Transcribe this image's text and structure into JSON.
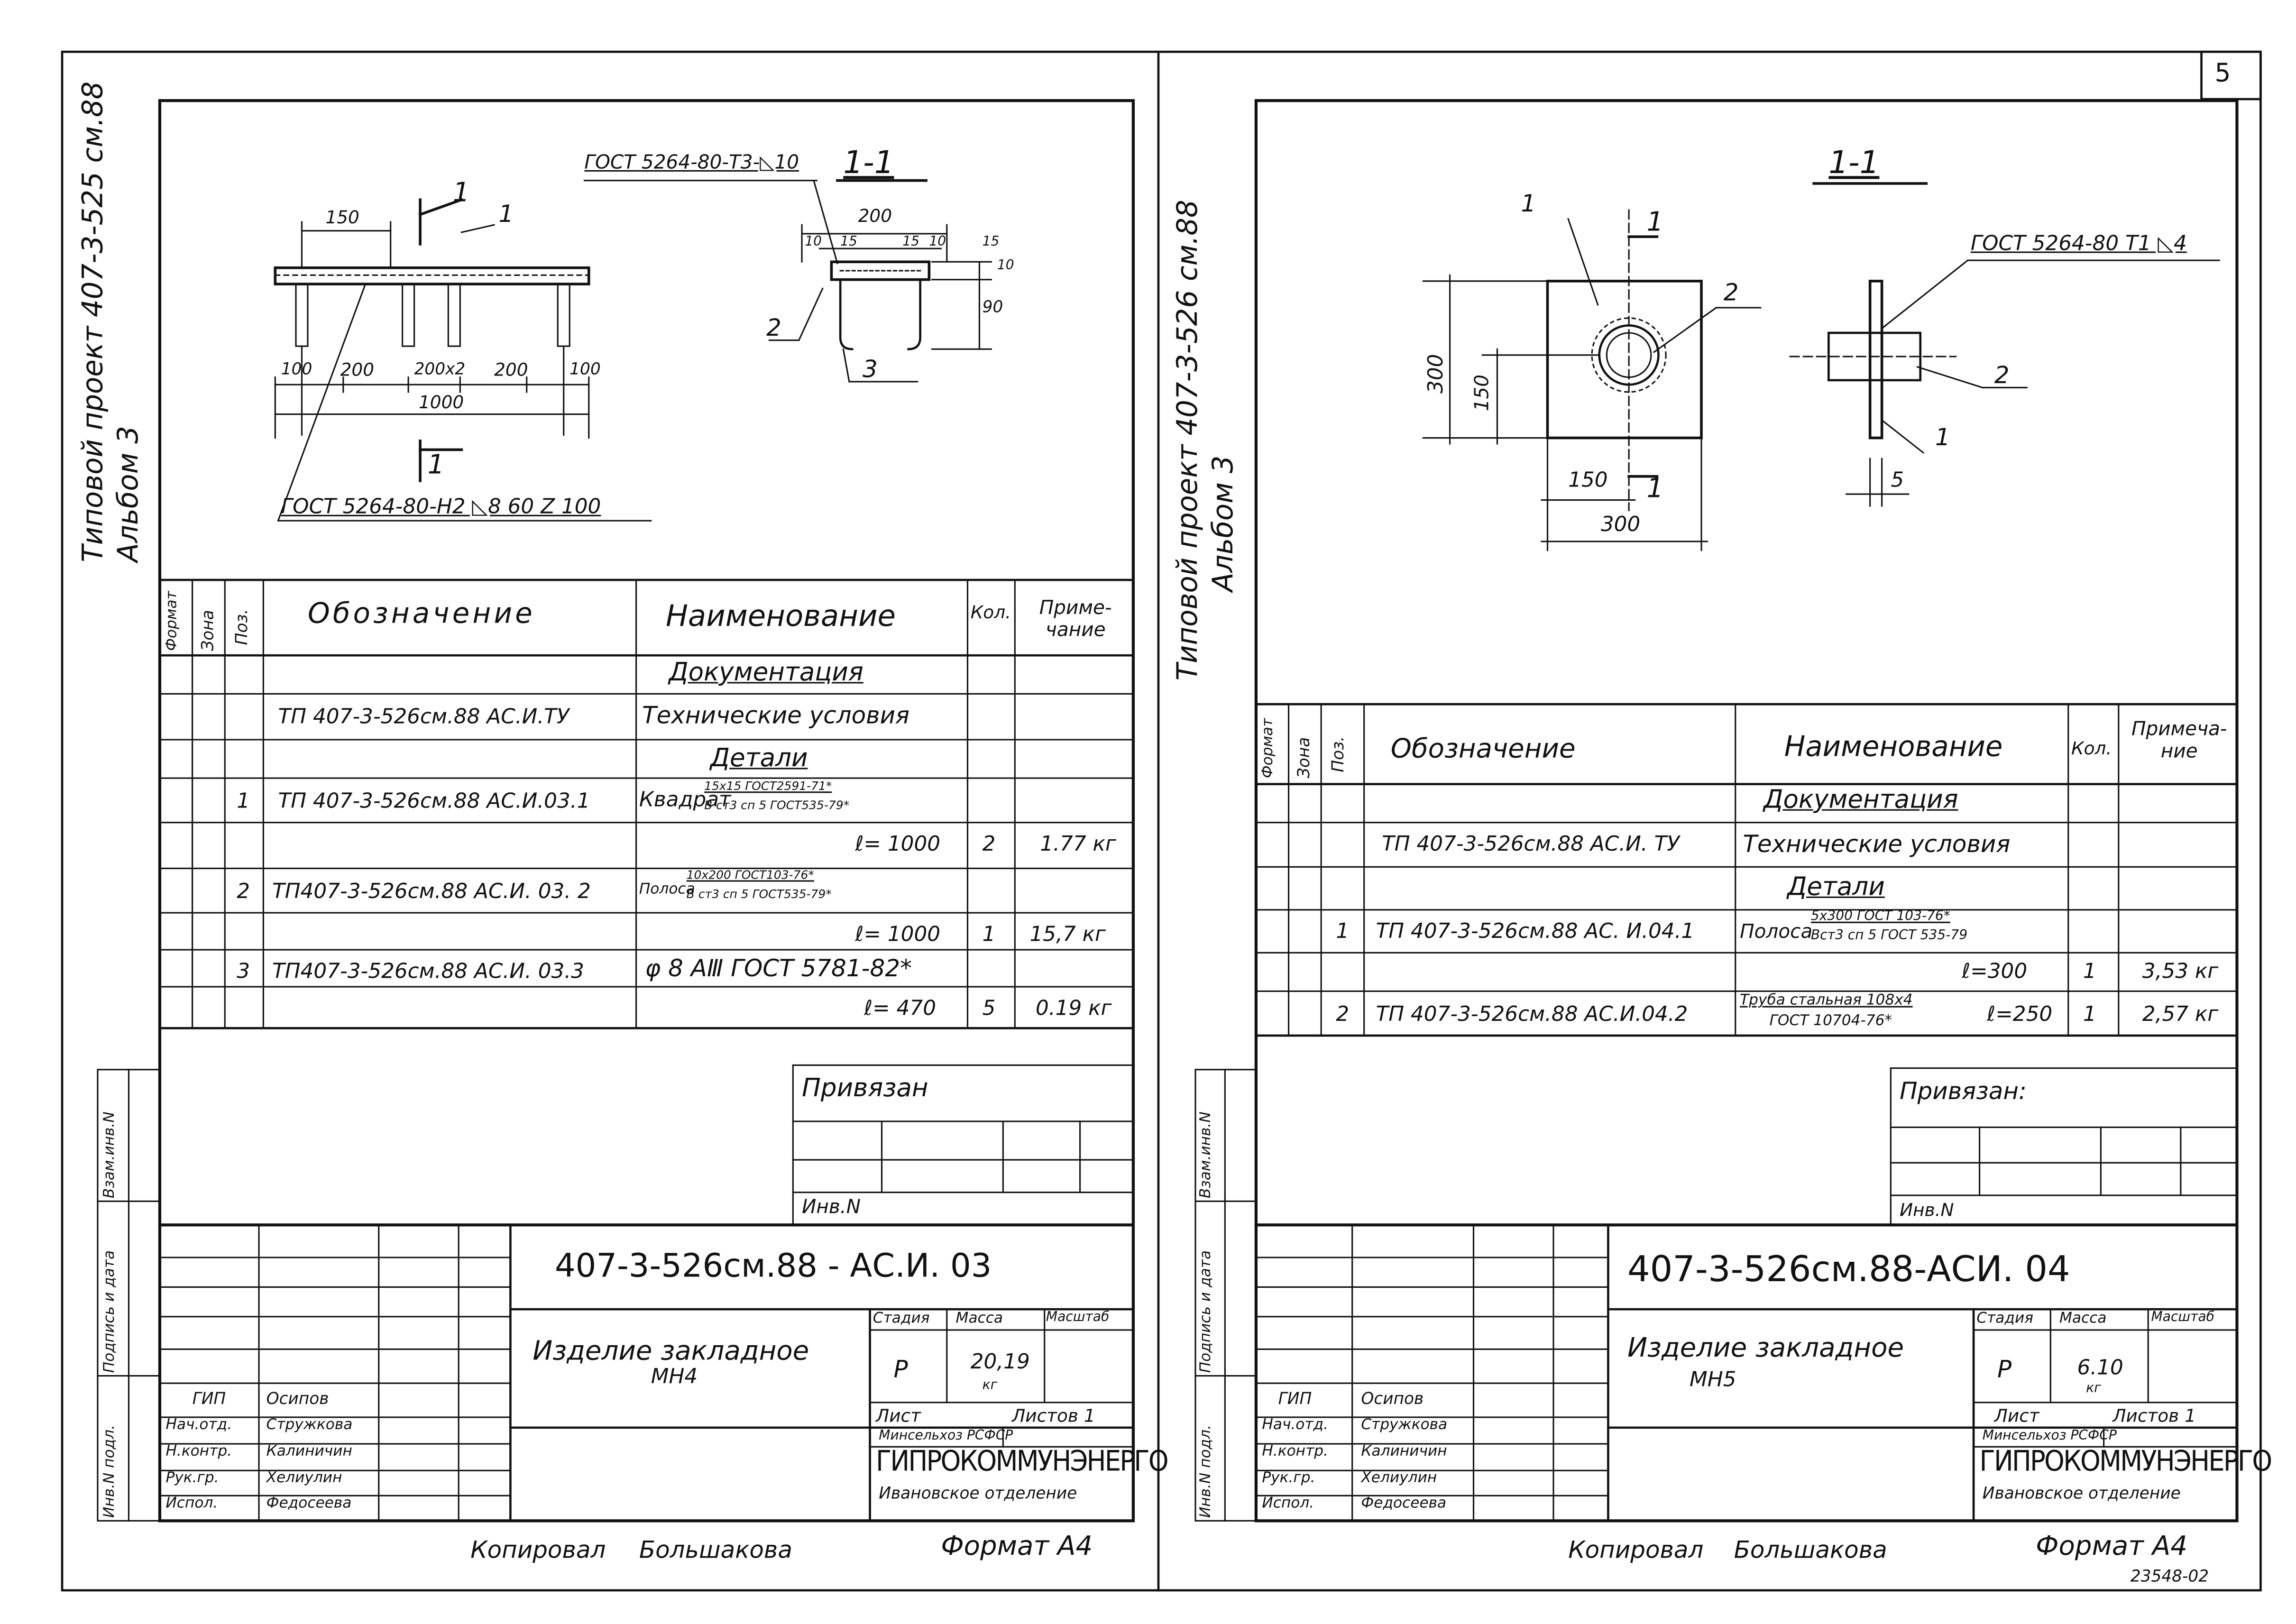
{
  "page_number": "5",
  "archive_code": "23548-02",
  "left": {
    "project_label": "Типовой проект 407-3-525 см.88",
    "album_label": "Альбом 3",
    "drawing": {
      "weld_top": "ГОСТ 5264-80-Т3-◺10",
      "weld_bottom": "ГОСТ 5264-80-Н2 ◺8 60 Z 100",
      "section_title": "1-1",
      "cut_mark": "1",
      "dims_top": [
        "150"
      ],
      "dims_bottom": [
        "100",
        "200",
        "200x2",
        "200",
        "100"
      ],
      "dim_total": "1000",
      "section_dims": [
        "200",
        "10",
        "15",
        "15",
        "10",
        "15",
        "10",
        "90"
      ],
      "callouts": [
        "1",
        "2",
        "3"
      ]
    },
    "spec_headers": [
      "Формат",
      "Зона",
      "Поз.",
      "Обозначение",
      "Наименование",
      "Кол.",
      "Приме-чание"
    ],
    "spec_rows": [
      {
        "pos": "",
        "designation": "",
        "name": "Документация",
        "qty": "",
        "note": "",
        "underline": true
      },
      {
        "pos": "",
        "designation": "ТП 407-3-526см.88 АС.И.ТУ",
        "name": "Технические условия",
        "qty": "",
        "note": ""
      },
      {
        "pos": "",
        "designation": "",
        "name": "Детали",
        "qty": "",
        "note": "",
        "underline": true
      },
      {
        "pos": "1",
        "designation": "ТП 407-3-526см.88 АС.И.03.1",
        "name": "Квадрат",
        "name_frac_top": "15x15 ГОСТ2591-71*",
        "name_frac_bottom": "В ст3 сп 5 ГОСТ535-79*",
        "qty": "",
        "note": ""
      },
      {
        "pos": "",
        "designation": "",
        "name": "ℓ= 1000",
        "qty": "2",
        "note": "1.77 кг",
        "right": true
      },
      {
        "pos": "2",
        "designation": "ТП407-3-526см.88 АС.И. 03. 2",
        "name": "Полоса",
        "name_frac_top": "10x200 ГОСТ103-76*",
        "name_frac_bottom": "В ст3 сп 5 ГОСТ535-79*",
        "qty": "",
        "note": ""
      },
      {
        "pos": "",
        "designation": "",
        "name": "ℓ= 1000",
        "qty": "1",
        "note": "15,7 кг",
        "right": true
      },
      {
        "pos": "3",
        "designation": "ТП407-3-526см.88 АС.И. 03.3",
        "name": "φ 8 АⅢ ГОСТ 5781-82*",
        "qty": "",
        "note": ""
      },
      {
        "pos": "",
        "designation": "",
        "name": "ℓ= 470",
        "qty": "5",
        "note": "0.19 кг",
        "right": true
      }
    ],
    "privyazan": "Привязан",
    "inv_no": "Инв.N",
    "side_stamp": [
      "Инв.N подл.",
      "Подпись и дата",
      "Взам.инв.N"
    ],
    "title_block": {
      "code": "407-3-526см.88 - АС.И. 03",
      "item_name": "Изделие закладное",
      "item_mark": "МН4",
      "stage_label": "Стадия",
      "mass_label": "Масса",
      "scale_label": "Масштаб",
      "stage": "Р",
      "mass": "20,19",
      "mass_unit": "кг",
      "sheet_label": "Лист",
      "sheets_label": "Листов 1",
      "org_line1": "Минсельхоз РСФСР",
      "org_name": "ГИПРОКОММУНЭНЕРГО",
      "org_line3": "Ивановское отделение",
      "roles": [
        "ГИП",
        "Нач.отд.",
        "Н.контр.",
        "Рук.гр.",
        "Испол."
      ],
      "names": [
        "Осипов",
        "Стружкова",
        "Калиничин",
        "Хелиулин",
        "Федосеева"
      ]
    },
    "footer_copied": "Копировал",
    "footer_name": "Большакова",
    "footer_format": "Формат А4"
  },
  "right": {
    "project_label": "Типовой проект 407-3-526 см.88",
    "album_label": "Альбом 3",
    "drawing": {
      "section_title": "1-1",
      "weld": "ГОСТ 5264-80 Т1 ◺4",
      "cut_mark": "1",
      "dims": [
        "300",
        "150",
        "150",
        "300",
        "5"
      ],
      "callouts": [
        "1",
        "2",
        "2",
        "1"
      ]
    },
    "spec_headers": [
      "Формат",
      "Зона",
      "Поз.",
      "Обозначение",
      "Наименование",
      "Кол.",
      "Примеча-ние"
    ],
    "spec_rows": [
      {
        "pos": "",
        "designation": "",
        "name": "Документация",
        "qty": "",
        "note": "",
        "underline": true
      },
      {
        "pos": "",
        "designation": "ТП 407-3-526см.88 АС.И. ТУ",
        "name": "Технические условия",
        "qty": "",
        "note": ""
      },
      {
        "pos": "",
        "designation": "",
        "name": "Детали",
        "qty": "",
        "note": "",
        "underline": true
      },
      {
        "pos": "1",
        "designation": "ТП 407-3-526см.88 АС. И.04.1",
        "name": "Полоса",
        "name_frac_top": "5x300 ГОСТ 103-76*",
        "name_frac_bottom": "Вст3 сп 5 ГОСТ 535-79",
        "qty": "",
        "note": ""
      },
      {
        "pos": "",
        "designation": "",
        "name": "ℓ=300",
        "qty": "1",
        "note": "3,53 кг",
        "right": true
      },
      {
        "pos": "2",
        "designation": "ТП 407-3-526см.88 АС.И.04.2",
        "name": "",
        "name_frac_top": "Труба стальная 108x4",
        "name_frac_bottom": "ГОСТ 10704-76*",
        "name_suffix": "ℓ=250",
        "qty": "1",
        "note": "2,57 кг"
      }
    ],
    "privyazan": "Привязан:",
    "inv_no": "Инв.N",
    "side_stamp": [
      "Инв.N подл.",
      "Подпись и дата",
      "Взам.инв.N"
    ],
    "title_block": {
      "code": "407-3-526см.88-АСИ. 04",
      "item_name": "Изделие закладное",
      "item_mark": "МН5",
      "stage_label": "Стадия",
      "mass_label": "Масса",
      "scale_label": "Масштаб",
      "stage": "Р",
      "mass": "6.10",
      "mass_unit": "кг",
      "sheet_label": "Лист",
      "sheets_label": "Листов 1",
      "org_line1": "Минсельхоз РСФСР",
      "org_name": "ГИПРОКОММУНЭНЕРГО",
      "org_line3": "Ивановское отделение",
      "roles": [
        "ГИП",
        "Нач.отд.",
        "Н.контр.",
        "Рук.гр.",
        "Испол."
      ],
      "names": [
        "Осипов",
        "Стружкова",
        "Калиничин",
        "Хелиулин",
        "Федосеева"
      ]
    },
    "footer_copied": "Копировал",
    "footer_name": "Большакова",
    "footer_format": "Формат А4"
  }
}
